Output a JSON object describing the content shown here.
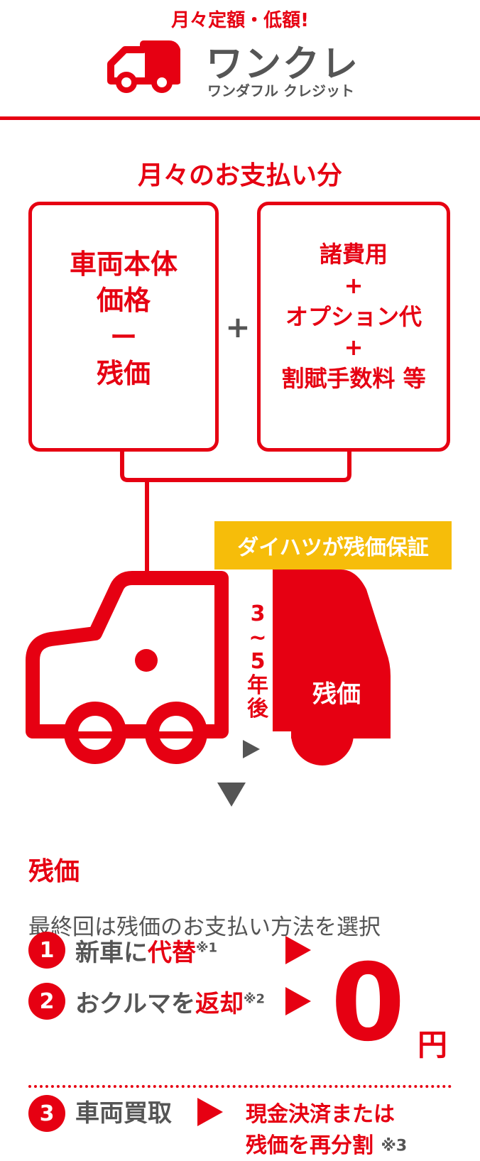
{
  "header": {
    "tagline": "月々定額・低額!",
    "brand_logo": "ワンクレ",
    "brand_sub": "ワンダフル クレジット"
  },
  "monthly": {
    "title": "月々のお支払い分",
    "left_box_lines": [
      "車両本体",
      "価格",
      "ー",
      "残価"
    ],
    "plus": "+",
    "right_box_lines": [
      "諸費用",
      "+",
      "オプション代",
      "+",
      "割賦手数料 等"
    ]
  },
  "guarantee_badge": "ダイハツが残価保証",
  "years_label": [
    "3",
    "~",
    "5",
    "年",
    "後"
  ],
  "truck_label": "残価",
  "residual": {
    "title": "残価",
    "description": "最終回は残価のお支払い方法を選択",
    "options": [
      {
        "num": "1",
        "text_plain": "新車に",
        "text_highlight": "代替",
        "note": "※1"
      },
      {
        "num": "2",
        "text_plain": "おクルマを",
        "text_highlight": "返却",
        "note": "※2"
      },
      {
        "num": "3",
        "text_plain": "車両買取",
        "text_highlight": "",
        "note": ""
      }
    ],
    "zero": "0",
    "yen": "円",
    "option3_result": {
      "line1": "現金決済または",
      "line2": "残価を再分割",
      "note": "※3"
    }
  },
  "colors": {
    "accent": "#e60012",
    "badge": "#f6bd0a",
    "text_gray": "#555555"
  },
  "icons": [
    "truck-outline-icon",
    "truck-filled-icon",
    "arrow-right-icon",
    "arrow-down-icon"
  ]
}
